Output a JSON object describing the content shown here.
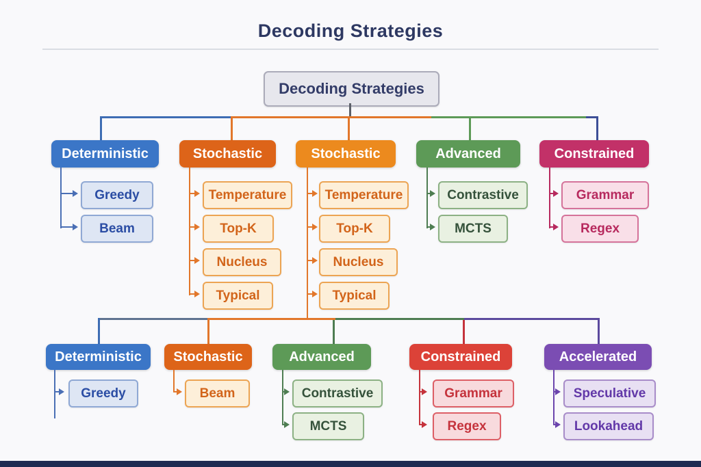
{
  "title": "Decoding Strategies",
  "root_label": "Decoding Strategies",
  "colors": {
    "background": "#f9f9fb",
    "title_text": "#2d3862",
    "root_fill": "#e7e7ed",
    "blue": "#3b76c7",
    "orange_dark": "#dd6419",
    "orange": "#ec8a1e",
    "green": "#5d9a57",
    "magenta": "#c23168",
    "red": "#dc4238",
    "purple": "#7b4db3",
    "bottom_bar": "#1e2b52"
  },
  "top_row": [
    {
      "label": "Deterministic",
      "children": [
        "Greedy",
        "Beam"
      ]
    },
    {
      "label": "Stochastic",
      "children": [
        "Temperature",
        "Top-K",
        "Nucleus",
        "Typical"
      ]
    },
    {
      "label": "Stochastic",
      "children": [
        "Temperature",
        "Top-K",
        "Nucleus",
        "Typical"
      ]
    },
    {
      "label": "Advanced",
      "children": [
        "Contrastive",
        "MCTS"
      ]
    },
    {
      "label": "Constrained",
      "children": [
        "Grammar",
        "Regex"
      ]
    }
  ],
  "bottom_row": [
    {
      "label": "Deterministic",
      "children": [
        "Greedy"
      ]
    },
    {
      "label": "Stochastic",
      "children": [
        "Beam"
      ]
    },
    {
      "label": "Advanced",
      "children": [
        "Contrastive",
        "MCTS"
      ]
    },
    {
      "label": "Constrained",
      "children": [
        "Grammar",
        "Regex"
      ]
    },
    {
      "label": "Accelerated",
      "children": [
        "Speculative",
        "Lookahead"
      ]
    }
  ]
}
